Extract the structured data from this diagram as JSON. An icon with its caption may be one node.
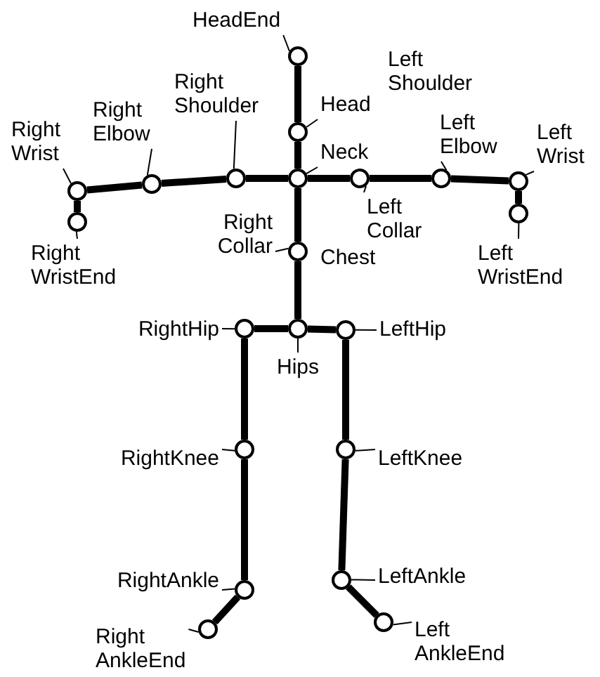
{
  "diagram": {
    "nodes": [
      {
        "text": [
          "HeadEnd"
        ]
      },
      {
        "text": [
          "Right Shoulder"
        ]
      },
      {
        "text": [
          "Head"
        ]
      },
      {
        "text": [
          "Right Elbow"
        ]
      },
      {
        "text": [
          "Right Wrist"
        ]
      },
      {
        "text": [
          "Left Elbow"
        ]
      },
      {
        "text": [
          "Left Wrist"
        ]
      },
      {
        "text": [
          "Neck"
        ]
      },
      {
        "text": [
          "Left Collar"
        ]
      },
      {
        "text": [
          "Right Collar"
        ]
      },
      {
        "text": [
          "Right WristEnd"
        ]
      },
      {
        "text": [
          "Left WristEnd"
        ]
      },
      {
        "text": [
          "RightHip"
        ]
      },
      {
        "text": [
          "Hips"
        ]
      },
      {
        "text": [
          "LeftHip"
        ]
      },
      {
        "text": [
          "RightKnee"
        ]
      },
      {
        "text": [
          "LeftKnee"
        ]
      },
      {
        "text": [
          "RightAnkle"
        ]
      },
      {
        "text": [
          "LeftAnkle"
        ]
      },
      {
        "text": [
          "Right AnkleEnd"
        ]
      },
      {
        "text": [
          "Left AnkleEnd"
        ]
      },
      {
        "text": [],
        "shape": "circle"
      },
      {
        "text": [],
        "shape": "circle"
      },
      {
        "text": [],
        "shape": "circle"
      },
      {
        "text": [],
        "shape": "circle"
      },
      {
        "text": [],
        "shape": "circle"
      },
      {
        "text": [],
        "shape": "circle"
      },
      {
        "text": [],
        "shape": "circle"
      },
      {
        "text": [],
        "shape": "circle"
      },
      {
        "text": [],
        "shape": "circle"
      },
      {
        "text": [],
        "shape": "circle"
      },
      {
        "text": [],
        "shape": "circle"
      },
      {
        "text": [],
        "shape": "circle"
      },
      {
        "text": [],
        "shape": "circle"
      },
      {
        "text": [],
        "shape": "circle"
      },
      {
        "text": [],
        "shape": "circle"
      },
      {
        "text": [],
        "shape": "circle"
      },
      {
        "text": [],
        "shape": "circle"
      },
      {
        "text": [],
        "shape": "circle"
      },
      {
        "text": [],
        "shape": "circle"
      },
      {
        "text": [],
        "shape": "circle"
      },
      {
        "text": [],
        "shape": "circle"
      }
    ],
    "edges": [
      {
        "from": 0,
        "to": 21,
        "arrow": "none"
      },
      {
        "from": 1,
        "to": 22,
        "arrow": "none"
      },
      {
        "from": 2,
        "to": 23,
        "arrow": "none"
      },
      {
        "from": 3,
        "to": 24,
        "arrow": "none"
      },
      {
        "from": 4,
        "to": 25,
        "arrow": "none"
      },
      {
        "from": 5,
        "to": 26,
        "arrow": "none"
      },
      {
        "from": 6,
        "to": 27,
        "arrow": "none"
      },
      {
        "from": 7,
        "to": 28,
        "arrow": "none"
      },
      {
        "from": 8,
        "to": 29,
        "arrow": "none"
      },
      {
        "from": 9,
        "to": 30,
        "arrow": "none"
      },
      {
        "from": 10,
        "to": 31,
        "arrow": "none"
      },
      {
        "from": 11,
        "to": 32,
        "arrow": "none"
      },
      {
        "from": 12,
        "to": 33,
        "arrow": "none"
      },
      {
        "from": 13,
        "to": 34,
        "arrow": "none"
      },
      {
        "from": 14,
        "to": 35,
        "arrow": "none"
      },
      {
        "from": 15,
        "to": 36,
        "arrow": "none"
      },
      {
        "from": 16,
        "to": 37,
        "arrow": "none"
      },
      {
        "from": 17,
        "to": 38,
        "arrow": "none"
      },
      {
        "from": 18,
        "to": 39,
        "arrow": "none"
      },
      {
        "from": 19,
        "to": 40,
        "arrow": "none"
      },
      {
        "from": 20,
        "to": 41,
        "arrow": "none"
      },
      {
        "from": 21,
        "to": 23,
        "arrow": "none",
        "style": "thick"
      },
      {
        "from": 23,
        "to": 28,
        "arrow": "none",
        "style": "thick"
      },
      {
        "from": 28,
        "to": 22,
        "arrow": "none",
        "style": "thick"
      },
      {
        "from": 22,
        "to": 24,
        "arrow": "none",
        "style": "thick"
      },
      {
        "from": 24,
        "to": 25,
        "arrow": "none",
        "style": "thick"
      },
      {
        "from": 25,
        "to": 31,
        "arrow": "none",
        "style": "thick"
      },
      {
        "from": 28,
        "to": 29,
        "arrow": "none",
        "style": "thick"
      },
      {
        "from": 29,
        "to": 26,
        "arrow": "none",
        "style": "thick"
      },
      {
        "from": 26,
        "to": 27,
        "arrow": "none",
        "style": "thick"
      },
      {
        "from": 27,
        "to": 32,
        "arrow": "none",
        "style": "thick"
      },
      {
        "from": 28,
        "to": 30,
        "arrow": "none",
        "style": "thick"
      },
      {
        "from": 30,
        "to": 34,
        "arrow": "none",
        "style": "thick"
      },
      {
        "from": 34,
        "to": 33,
        "arrow": "none",
        "style": "thick"
      },
      {
        "from": 34,
        "to": 35,
        "arrow": "none",
        "style": "thick"
      },
      {
        "from": 33,
        "to": 36,
        "arrow": "none",
        "style": "thick"
      },
      {
        "from": 36,
        "to": 38,
        "arrow": "none",
        "style": "thick"
      },
      {
        "from": 38,
        "to": 40,
        "arrow": "none",
        "style": "thick"
      },
      {
        "from": 35,
        "to": 37,
        "arrow": "none",
        "style": "thick"
      },
      {
        "from": 37,
        "to": 39,
        "arrow": "none",
        "style": "thick"
      },
      {
        "from": 39,
        "to": 41,
        "arrow": "none",
        "style": "thick"
      }
    ],
    "labels": [
      "Left Shoulder",
      "Chest"
    ]
  }
}
